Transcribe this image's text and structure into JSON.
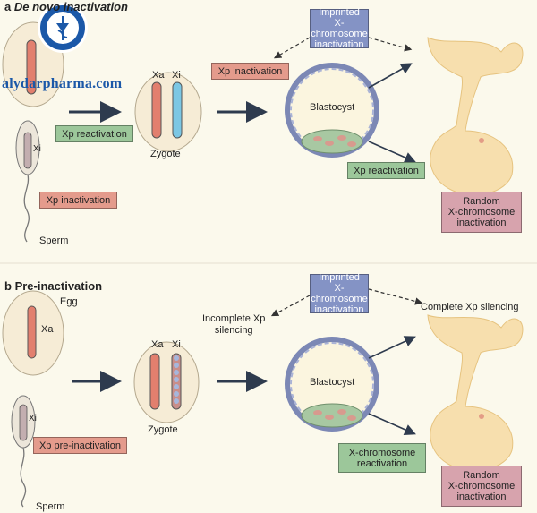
{
  "panel_a": {
    "letter": "a",
    "title": "De novo inactivation",
    "labels": {
      "xa": "Xa",
      "xi": "Xi",
      "zygote": "Zygote",
      "sperm": "Sperm",
      "sperm_xi": "Xi",
      "blastocyst": "Blastocyst"
    },
    "boxes": {
      "imprinted": "Imprinted\nX-chromosome\ninactivation",
      "xp_inactivation_top": "Xp inactivation",
      "xp_reactivation_left": "Xp reactivation",
      "xp_inactivation_sperm": "Xp inactivation",
      "xp_reactivation_right": "Xp reactivation",
      "random": "Random\nX-chromosome\ninactivation"
    }
  },
  "panel_b": {
    "letter": "b",
    "title": "Pre-inactivation",
    "labels": {
      "egg": "Egg",
      "egg_xa": "Xa",
      "xa": "Xa",
      "xi": "Xi",
      "zygote": "Zygote",
      "sperm": "Sperm",
      "sperm_xi": "Xi",
      "blastocyst": "Blastocyst",
      "incomplete": "Incomplete Xp\nsilencing",
      "complete": "Complete Xp silencing"
    },
    "boxes": {
      "imprinted": "Imprinted\nX-chromosome\ninactivation",
      "xp_pre_inactivation": "Xp pre-inactivation",
      "x_reactivation": "X-chromosome\nreactivation",
      "random": "Random\nX-chromosome\ninactivation"
    }
  },
  "watermark": {
    "site": "alydarpharma.com"
  },
  "colors": {
    "blue_box": "#8493c5",
    "red_box": "#e49b8c",
    "green_box": "#9cc79a",
    "mauve_box": "#d7a3ad",
    "logo": "#1b58a8"
  }
}
